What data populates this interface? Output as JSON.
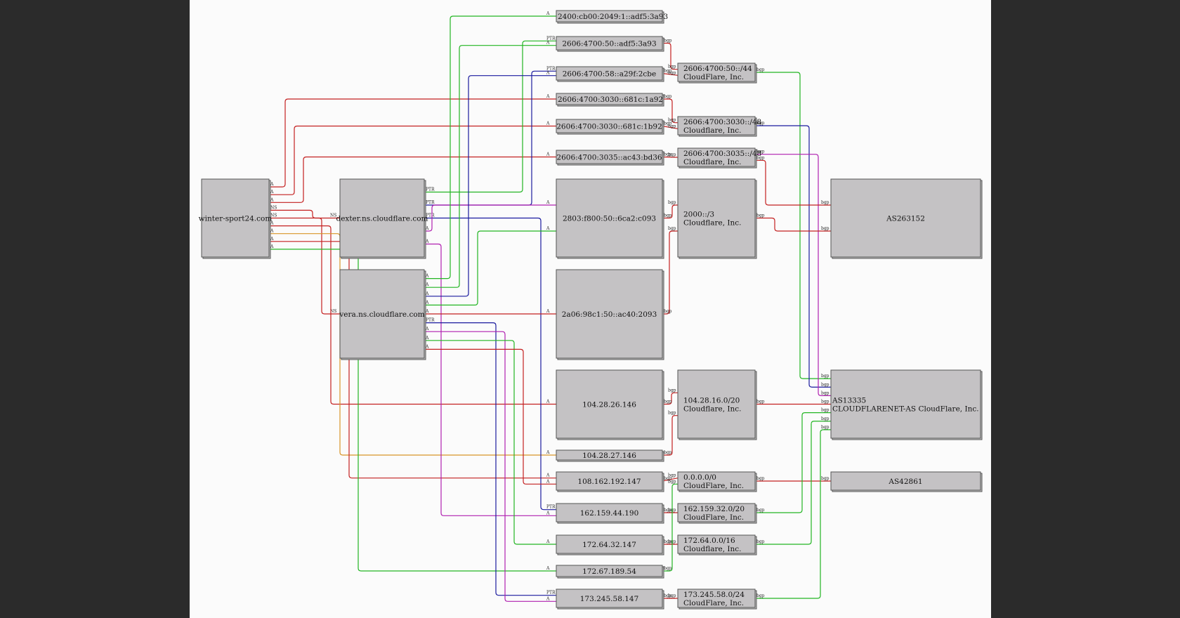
{
  "colors": {
    "canvas": "#fbfbfb",
    "frame": "#2b2b2b",
    "node_fill": "#c4c2c4",
    "red": "#c42020",
    "green": "#22b522",
    "blue": "#1a1a9e",
    "magenta": "#b020b0",
    "orange": "#d89528"
  },
  "nodes": [
    {
      "id": "domain",
      "lines": [
        "winter-sport24.com"
      ]
    },
    {
      "id": "ns-dexter",
      "lines": [
        "dexter.ns.cloudflare.com"
      ]
    },
    {
      "id": "ns-vera",
      "lines": [
        "vera.ns.cloudflare.com"
      ]
    },
    {
      "id": "ip6-1",
      "lines": [
        "2400:cb00:2049:1::adf5:3a93"
      ]
    },
    {
      "id": "ip6-2",
      "lines": [
        "2606:4700:50::adf5:3a93"
      ]
    },
    {
      "id": "ip6-3",
      "lines": [
        "2606:4700:58::a29f:2cbe"
      ]
    },
    {
      "id": "ip6-4",
      "lines": [
        "2606:4700:3030::681c:1a92"
      ]
    },
    {
      "id": "ip6-5",
      "lines": [
        "2606:4700:3030::681c:1b92"
      ]
    },
    {
      "id": "ip6-6",
      "lines": [
        "2606:4700:3035::ac43:bd36"
      ]
    },
    {
      "id": "ip6-7",
      "lines": [
        "2803:f800:50::6ca2:c093"
      ]
    },
    {
      "id": "ip6-8",
      "lines": [
        "2a06:98c1:50::ac40:2093"
      ]
    },
    {
      "id": "ip4-1",
      "lines": [
        "104.28.26.146"
      ]
    },
    {
      "id": "ip4-2",
      "lines": [
        "104.28.27.146"
      ]
    },
    {
      "id": "ip4-3",
      "lines": [
        "108.162.192.147"
      ]
    },
    {
      "id": "ip4-4",
      "lines": [
        "162.159.44.190"
      ]
    },
    {
      "id": "ip4-5",
      "lines": [
        "172.64.32.147"
      ]
    },
    {
      "id": "ip4-6",
      "lines": [
        "172.67.189.54"
      ]
    },
    {
      "id": "ip4-7",
      "lines": [
        "173.245.58.147"
      ]
    },
    {
      "id": "pfx-1",
      "lines": [
        "2606:4700:50::/44",
        "CloudFlare, Inc."
      ]
    },
    {
      "id": "pfx-2",
      "lines": [
        "2606:4700:3030::/48",
        "Cloudflare, Inc."
      ]
    },
    {
      "id": "pfx-3",
      "lines": [
        "2606:4700:3035::/48",
        "Cloudflare, Inc."
      ]
    },
    {
      "id": "pfx-4",
      "lines": [
        "2000::/3",
        "Cloudflare, Inc."
      ]
    },
    {
      "id": "pfx-5",
      "lines": [
        "104.28.16.0/20",
        "Cloudflare, Inc."
      ]
    },
    {
      "id": "pfx-6",
      "lines": [
        "0.0.0.0/0",
        "CloudFlare, Inc."
      ]
    },
    {
      "id": "pfx-7",
      "lines": [
        "162.159.32.0/20",
        "CloudFlare, Inc."
      ]
    },
    {
      "id": "pfx-8",
      "lines": [
        "172.64.0.0/16",
        "Cloudflare, Inc."
      ]
    },
    {
      "id": "pfx-9",
      "lines": [
        "173.245.58.0/24",
        "CloudFlare, Inc."
      ]
    },
    {
      "id": "as-263152",
      "lines": [
        "AS263152"
      ]
    },
    {
      "id": "as-13335",
      "lines": [
        "AS13335",
        "CLOUDFLARENET-AS CloudFlare, Inc."
      ]
    },
    {
      "id": "as-42861",
      "lines": [
        "AS42861"
      ]
    }
  ],
  "edges": [
    {
      "from": "domain",
      "to": "ip6-4",
      "label": "A",
      "color": "red"
    },
    {
      "from": "domain",
      "to": "ip6-5",
      "label": "A",
      "color": "red"
    },
    {
      "from": "domain",
      "to": "ip6-6",
      "label": "A",
      "color": "red"
    },
    {
      "from": "domain",
      "to": "ns-dexter",
      "label": "NS",
      "color": "red"
    },
    {
      "from": "domain",
      "to": "ns-vera",
      "label": "NS",
      "color": "red"
    },
    {
      "from": "domain",
      "to": "ip4-1",
      "label": "A",
      "color": "red"
    },
    {
      "from": "domain",
      "to": "ip4-2",
      "label": "A",
      "color": "orange"
    },
    {
      "from": "domain",
      "to": "ip4-3",
      "label": "A",
      "color": "red"
    },
    {
      "from": "domain",
      "to": "ip4-6",
      "label": "A",
      "color": "green"
    },
    {
      "from": "ns-dexter",
      "to": "ip6-2",
      "label": "PTR",
      "color": "green"
    },
    {
      "from": "ns-dexter",
      "to": "ip6-3",
      "label": "PTR",
      "color": "blue"
    },
    {
      "from": "ns-dexter",
      "to": "ip4-4",
      "label": "PTR",
      "color": "blue"
    },
    {
      "from": "ns-dexter",
      "to": "ip6-7",
      "label": "A",
      "color": "magenta"
    },
    {
      "from": "ns-dexter",
      "to": "ip4-4",
      "label": "A",
      "color": "magenta"
    },
    {
      "from": "ns-vera",
      "to": "ip6-1",
      "label": "A",
      "color": "green"
    },
    {
      "from": "ns-vera",
      "to": "ip6-2",
      "label": "A",
      "color": "green"
    },
    {
      "from": "ns-vera",
      "to": "ip6-3",
      "label": "A",
      "color": "blue"
    },
    {
      "from": "ns-vera",
      "to": "ip6-7",
      "label": "A",
      "color": "green"
    },
    {
      "from": "ns-vera",
      "to": "ip6-8",
      "label": "A",
      "color": "red"
    },
    {
      "from": "ns-vera",
      "to": "ip4-7",
      "label": "PTR",
      "color": "blue"
    },
    {
      "from": "ns-vera",
      "to": "ip4-7",
      "label": "A",
      "color": "magenta"
    },
    {
      "from": "ns-vera",
      "to": "ip4-5",
      "label": "A",
      "color": "green"
    },
    {
      "from": "ns-vera",
      "to": "ip4-3",
      "label": "A",
      "color": "red"
    },
    {
      "from": "ip6-2",
      "to": "pfx-1",
      "label": "bgp",
      "color": "red"
    },
    {
      "from": "ip6-3",
      "to": "pfx-1",
      "label": "bgp",
      "color": "red"
    },
    {
      "from": "ip6-4",
      "to": "pfx-2",
      "label": "bgp",
      "color": "red"
    },
    {
      "from": "ip6-5",
      "to": "pfx-2",
      "label": "bgp",
      "color": "red"
    },
    {
      "from": "ip6-6",
      "to": "pfx-3",
      "label": "bgp",
      "color": "red"
    },
    {
      "from": "ip6-7",
      "to": "pfx-4",
      "label": "bgp",
      "color": "red"
    },
    {
      "from": "ip6-8",
      "to": "pfx-4",
      "label": "bgp",
      "color": "red"
    },
    {
      "from": "ip4-1",
      "to": "pfx-5",
      "label": "bgp",
      "color": "red"
    },
    {
      "from": "ip4-2",
      "to": "pfx-5",
      "label": "bgp",
      "color": "red"
    },
    {
      "from": "ip4-3",
      "to": "pfx-6",
      "label": "bgp",
      "color": "red"
    },
    {
      "from": "ip4-4",
      "to": "pfx-7",
      "label": "bgp",
      "color": "red"
    },
    {
      "from": "ip4-5",
      "to": "pfx-8",
      "label": "bgp",
      "color": "red"
    },
    {
      "from": "ip4-6",
      "to": "pfx-6",
      "label": "bgp",
      "color": "green"
    },
    {
      "from": "ip4-7",
      "to": "pfx-9",
      "label": "bgp",
      "color": "red"
    },
    {
      "from": "pfx-1",
      "to": "as-13335",
      "label": "bgp",
      "color": "green"
    },
    {
      "from": "pfx-2",
      "to": "as-13335",
      "label": "bgp",
      "color": "blue"
    },
    {
      "from": "pfx-3",
      "to": "as-13335",
      "label": "bgp",
      "color": "magenta"
    },
    {
      "from": "pfx-3",
      "to": "as-263152",
      "label": "bgp",
      "color": "red"
    },
    {
      "from": "pfx-4",
      "to": "as-263152",
      "label": "bgp",
      "color": "red"
    },
    {
      "from": "pfx-5",
      "to": "as-13335",
      "label": "bgp",
      "color": "red"
    },
    {
      "from": "pfx-6",
      "to": "as-42861",
      "label": "bgp",
      "color": "red"
    },
    {
      "from": "pfx-7",
      "to": "as-13335",
      "label": "bgp",
      "color": "green"
    },
    {
      "from": "pfx-8",
      "to": "as-13335",
      "label": "bgp",
      "color": "green"
    },
    {
      "from": "pfx-9",
      "to": "as-13335",
      "label": "bgp",
      "color": "green"
    }
  ]
}
